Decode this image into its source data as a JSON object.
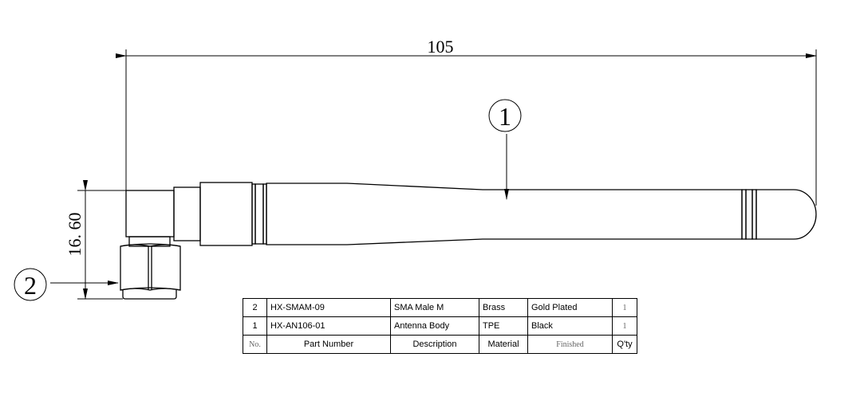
{
  "dimensions": {
    "length": "105",
    "height": "16. 60"
  },
  "balloons": [
    "1",
    "2"
  ],
  "bom": {
    "rows": [
      {
        "no": "2",
        "part_number": "HX-SMAM-09",
        "description": "SMA  Male M",
        "material": "Brass",
        "finished": "Gold Plated",
        "qty": "1"
      },
      {
        "no": "1",
        "part_number": "HX-AN106-01",
        "description": "Antenna Body",
        "material": "TPE",
        "finished": "Black",
        "qty": "1"
      }
    ],
    "headers": {
      "no": "No.",
      "part_number": "Part Number",
      "description": "Description",
      "material": "Material",
      "finished": "Finished",
      "qty": "Q'ty"
    }
  }
}
